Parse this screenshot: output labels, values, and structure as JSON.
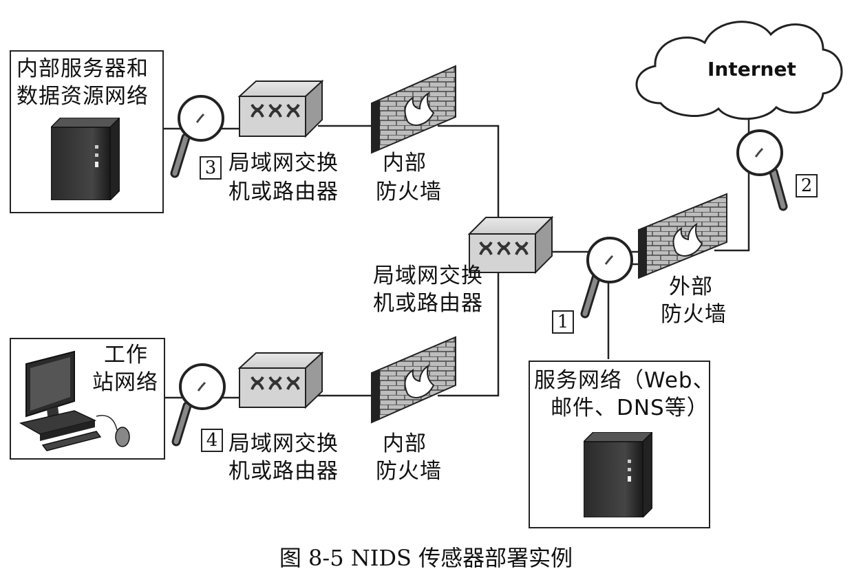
{
  "internal_server_network": {
    "label_line1": "内部服务器和",
    "label_line2": "数据资源网络"
  },
  "workstation_network": {
    "label_line1": "工作",
    "label_line2": "站网络"
  },
  "service_network": {
    "label_line1": "服务网络（Web、",
    "label_line2": "邮件、DNS等）"
  },
  "internet": {
    "label": "Internet"
  },
  "switch_top": {
    "label_line1": "局域网交换",
    "label_line2": "机或路由器"
  },
  "switch_center": {
    "label_line1": "局域网交换",
    "label_line2": "机或路由器"
  },
  "switch_bottom": {
    "label_line1": "局域网交换",
    "label_line2": "机或路由器"
  },
  "firewall_internal_top": {
    "label_line1": "内部",
    "label_line2": "防火墙"
  },
  "firewall_internal_bottom": {
    "label_line1": "内部",
    "label_line2": "防火墙"
  },
  "firewall_external": {
    "label_line1": "外部",
    "label_line2": "防火墙"
  },
  "sensors": [
    {
      "number": "1"
    },
    {
      "number": "2"
    },
    {
      "number": "3"
    },
    {
      "number": "4"
    }
  ],
  "caption": "图 8-5   NIDS 传感器部署实例"
}
